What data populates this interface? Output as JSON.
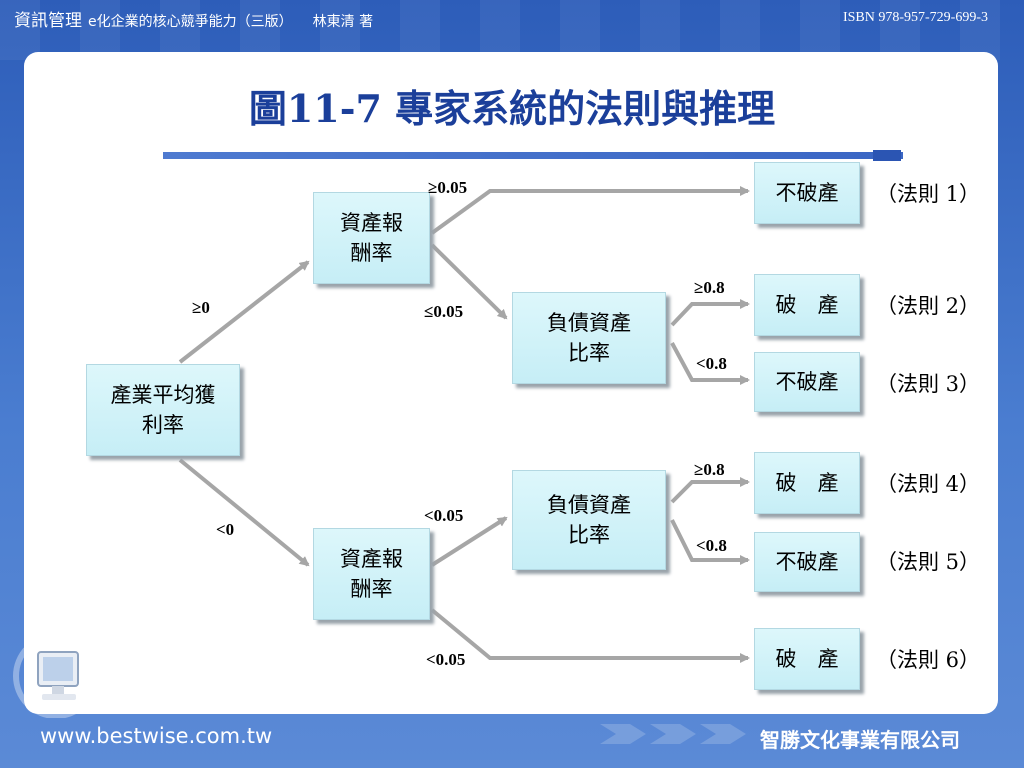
{
  "header": {
    "book_title": "資訊管理",
    "subtitle": "e化企業的核心競爭能力（三版）",
    "author": "林東清 著",
    "isbn": "ISBN 978-957-729-699-3"
  },
  "slide_title": "圖11-7 專家系統的法則與推理",
  "nodes": {
    "root": "產業平均獲\n利率",
    "roa_top": "資產報\n酬率",
    "roa_bottom": "資產報\n酬率",
    "debt_top": "負債資產\n比率",
    "debt_bottom": "負債資產\n比率",
    "leaf1": "不破產",
    "leaf2": "破　產",
    "leaf3": "不破產",
    "leaf4": "破　產",
    "leaf5": "不破產",
    "leaf6": "破　產"
  },
  "edge_labels": {
    "ge0": "≥0",
    "lt0": "<0",
    "ge005": "≥0.05",
    "le005": "≤0.05",
    "lt005_mid": "<0.05",
    "lt005_bottom": "<0.05",
    "ge08_top": "≥0.8",
    "lt08_top": "<0.8",
    "ge08_bottom": "≥0.8",
    "lt08_bottom": "<0.8"
  },
  "rules": [
    "（法則 1）",
    "（法則 2）",
    "（法則 3）",
    "（法則 4）",
    "（法則 5）",
    "（法則 6）"
  ],
  "footer": {
    "url": "www.bestwise.com.tw",
    "publisher": "智勝文化事業有限公司"
  },
  "colors": {
    "background": "#3d6fc8",
    "title": "#1b3f9a",
    "node_fill": "#ccf1f7",
    "arrow": "#a6a6a6"
  }
}
